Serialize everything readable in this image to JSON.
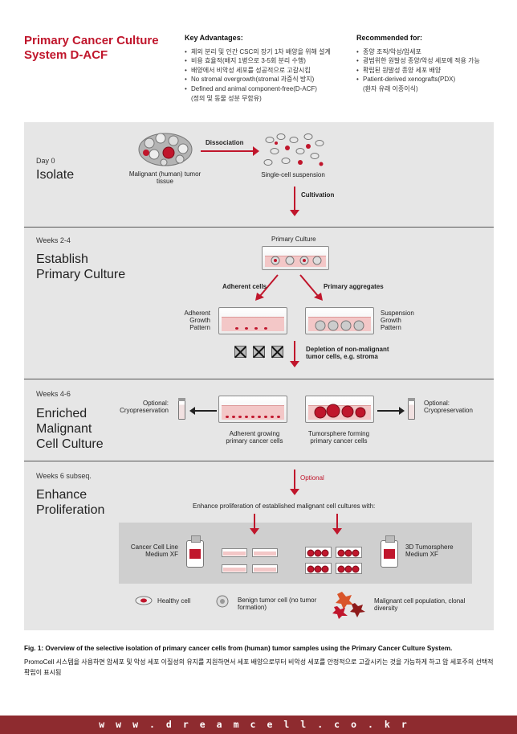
{
  "header": {
    "title": "Primary Cancer Culture System D-ACF",
    "key_advantages": {
      "heading": "Key Advantages:",
      "items": [
        "체외 분리 및 인간 CSC의 장기 1차 배양을 위해 설계",
        "비용 효율적(배지 1병으로 3-5회 분리 수행)",
        "배양에서 비악성 세포를 성공적으로 고갈시킴",
        "No stromal overgrowth(stromal 과증식 방지)",
        "Defined and animal component-free(D-ACF)"
      ],
      "continuation": "(정의 및 동물 성분 무함유)"
    },
    "recommended": {
      "heading": "Recommended for:",
      "items": [
        "종양 조직/악성/암세포",
        "광범위한 원발성 종양/악성 세포에 적용 가능",
        "확립된 원발성 종양 세포 배양",
        "Patient-derived xenografts(PDX)"
      ],
      "continuation": "(환자 유래 이종이식)"
    }
  },
  "stages": {
    "isolate": {
      "period": "Day 0",
      "title": "Isolate",
      "dissociation": "Dissociation",
      "tissue_label": "Malignant (human) tumor tissue",
      "suspension_label": "Single-cell suspension",
      "cultivation": "Cultivation"
    },
    "establish": {
      "period": "Weeks 2-4",
      "title_line1": "Establish",
      "title_line2": "Primary Culture",
      "primary_culture": "Primary Culture",
      "adherent_cells": "Adherent cells",
      "primary_aggregates": "Primary aggregates",
      "adherent_pattern": "Adherent Growth Pattern",
      "suspension_pattern": "Suspension Growth Pattern",
      "depletion_line1": "Depletion of non-malignant",
      "depletion_line2": "tumor cells, e.g. stroma"
    },
    "enriched": {
      "period": "Weeks 4-6",
      "title_line1": "Enriched",
      "title_line2": "Malignant",
      "title_line3": "Cell Culture",
      "optional_left": "Optional: Cryopreservation",
      "optional_right": "Optional: Cryopreservation",
      "adherent_label": "Adherent growing primary cancer cells",
      "tumorsphere_label": "Tumorsphere forming primary cancer cells"
    },
    "enhance": {
      "period": "Weeks 6 subseq.",
      "title_line1": "Enhance",
      "title_line2": "Proliferation",
      "optional": "Optional",
      "instruction": "Enhance proliferation of established malignant cell cultures with:",
      "medium_left": "Cancer Cell Line Medium XF",
      "medium_right": "3D Tumorsphere Medium XF"
    }
  },
  "legend": {
    "healthy": "Healthy cell",
    "benign": "Benign tumor cell (no tumor formation)",
    "malignant": "Malignant cell population, clonal diversity"
  },
  "caption": {
    "title": "Fig. 1: Overview of the selective isolation of primary cancer cells from (human) tumor samples using the Primary Cancer Culture System.",
    "body": "PromoCell 시스템을 사용하면 암세포 및 악성 세포 이질성의 유지를 지원하면서 세포 배양으로부터 비악성 세포를 안정적으로 고갈시키는 것을 가능하게 하고 암 세포주의 선택적 확립이 표시됨"
  },
  "footer": {
    "url": "www.dreamcell.co.kr"
  },
  "colors": {
    "accent": "#c0162c",
    "panel": "#e6e6e6",
    "footer_bar": "#8e2b2f"
  }
}
